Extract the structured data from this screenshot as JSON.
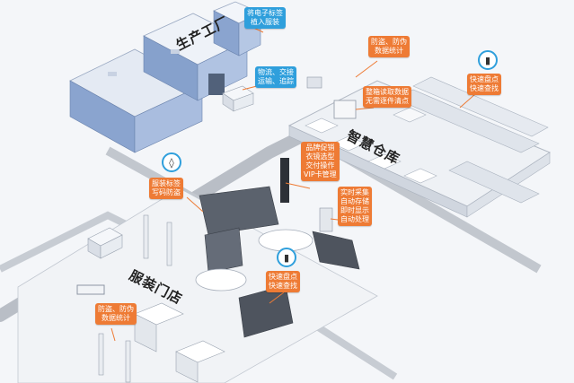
{
  "zones": {
    "factory": "生产工厂",
    "warehouse": "智慧仓库",
    "store": "服装门店"
  },
  "callouts": {
    "factory_tagging": [
      "将电子标签",
      "植入服装"
    ],
    "logistics": [
      "物流、交接",
      "运输、追踪"
    ],
    "warehouse_anti_theft": [
      "防盗、防伪",
      "数据统计"
    ],
    "warehouse_read": [
      "整箱读取数据",
      "无需逐件清点"
    ],
    "warehouse_inventory": [
      "快速盘点",
      "快速查找"
    ],
    "store_tag_writing": [
      "服装标签",
      "写码防盗"
    ],
    "store_promotion": [
      "品牌促销",
      "衣镜选型",
      "交付操作",
      "VIP卡管理"
    ],
    "store_collection": [
      "实时采集",
      "自动存储",
      "即时显示",
      "自动处理"
    ],
    "store_inventory": [
      "快速盘点",
      "快速查找"
    ],
    "store_anti_theft": [
      "防盗、防伪",
      "数据统计"
    ]
  },
  "colors": {
    "callout_blue": "#2f9fdc",
    "callout_orange": "#ee7b35",
    "road": "#b9bec6",
    "building_roof": "#dfe6f0",
    "building_wall": "#7f9bc8"
  },
  "icons": {
    "handheld_reader_warehouse": "handheld-reader-icon",
    "handheld_reader_store": "handheld-reader-icon",
    "tag": "rfid-tag-icon"
  }
}
